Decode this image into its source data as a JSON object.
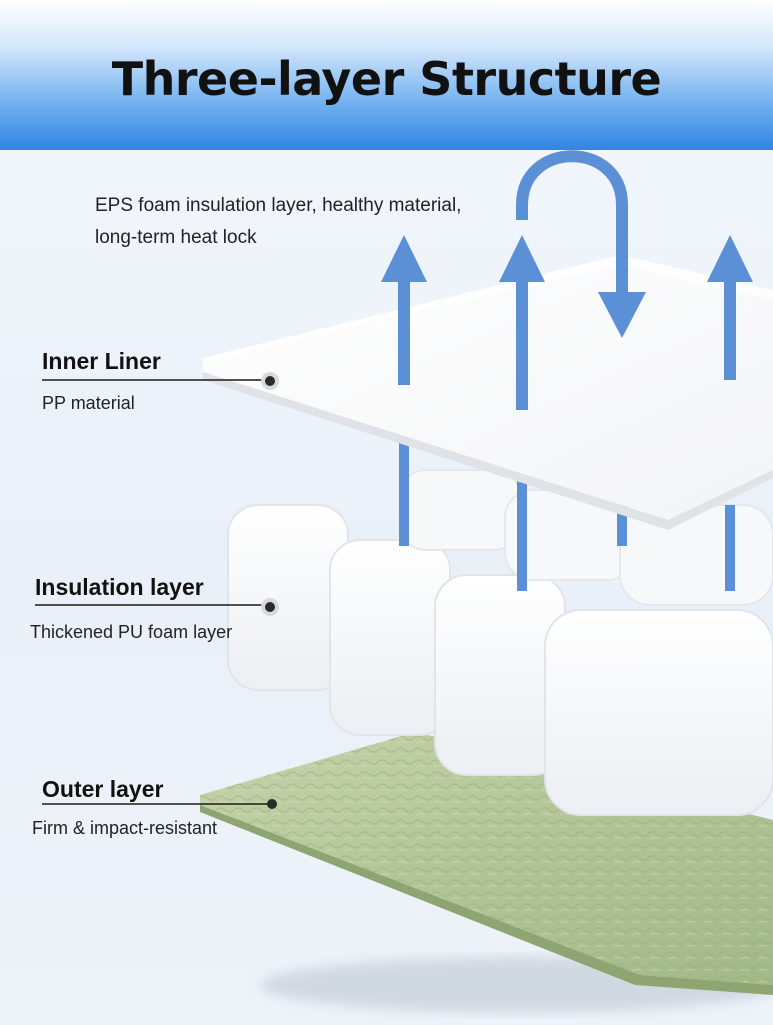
{
  "title": "Three-layer Structure",
  "eps_description": {
    "line1": "EPS foam insulation layer, healthy material,",
    "line2": "long-term heat lock"
  },
  "layers": [
    {
      "name": "Inner Liner",
      "description": "PP material"
    },
    {
      "name": "Insulation layer",
      "description": "Thickened PU foam layer"
    },
    {
      "name": "Outer layer",
      "description": "Firm & impact-resistant"
    }
  ],
  "colors": {
    "header_blue": "#2f86e4",
    "arrow_blue": "#5b8fd6",
    "outer_layer_green": "#b5c79a",
    "title_text": "#111111"
  }
}
